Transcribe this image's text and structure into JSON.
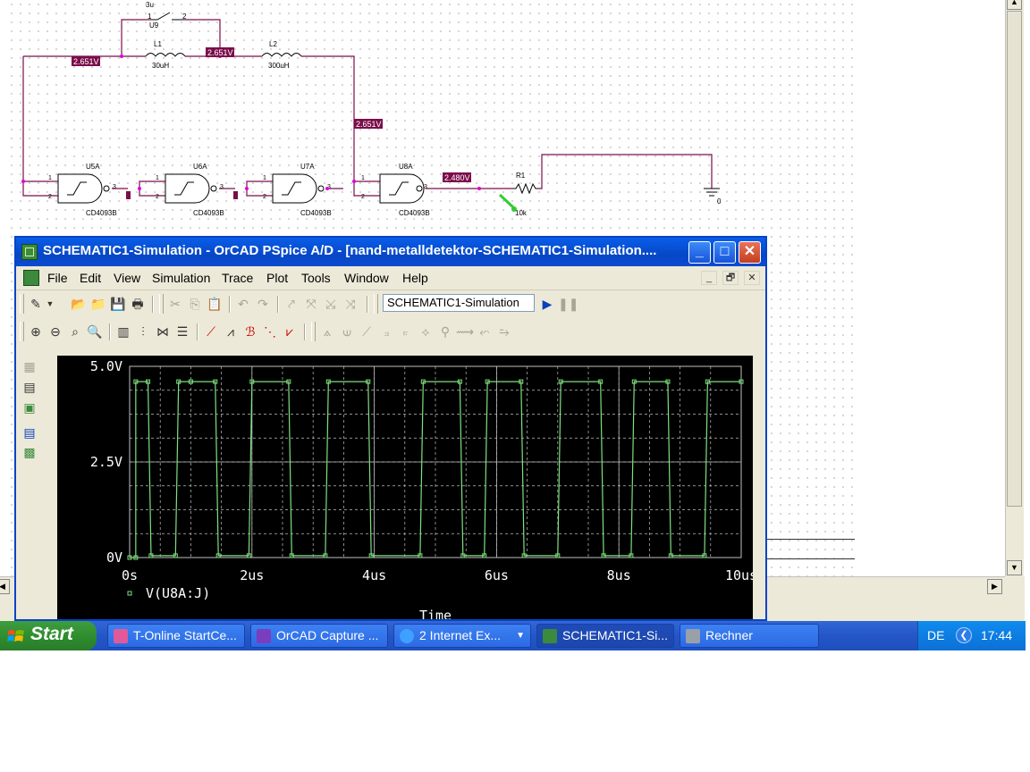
{
  "schematic": {
    "parts": {
      "switch": {
        "ref": "U9",
        "time": "3u",
        "pin1": "1",
        "pin2": "2"
      },
      "inductors": [
        {
          "ref": "L1",
          "value": "30uH"
        },
        {
          "ref": "L2",
          "value": "300uH"
        }
      ],
      "gates": [
        {
          "ref": "U5A",
          "type": "CD4093B",
          "pin_in1": "1",
          "pin_in2": "2",
          "pin_out": "3"
        },
        {
          "ref": "U6A",
          "type": "CD4093B",
          "pin_in1": "1",
          "pin_in2": "2",
          "pin_out": "3"
        },
        {
          "ref": "U7A",
          "type": "CD4093B",
          "pin_in1": "1",
          "pin_in2": "2",
          "pin_out": "3"
        },
        {
          "ref": "U8A",
          "type": "CD4093B",
          "pin_in1": "1",
          "pin_in2": "2",
          "pin_out": "3"
        }
      ],
      "resistor": {
        "ref": "R1",
        "value": "10k"
      },
      "ground": {
        "label": "0"
      }
    },
    "voltage_markers": [
      "2.651V",
      "2.651V",
      "2.651V",
      "2.480V"
    ],
    "colors": {
      "wire": "#7a0d4a",
      "marker_bg": "#7a0d4a",
      "marker_text": "#ffffff",
      "node_dot": "#e000e0",
      "probe": "#33cc33"
    }
  },
  "pspice_window": {
    "title": "SCHEMATIC1-Simulation - OrCAD PSpice A/D  - [nand-metalldetektor-SCHEMATIC1-Simulation....",
    "menu": [
      "File",
      "Edit",
      "View",
      "Simulation",
      "Trace",
      "Plot",
      "Tools",
      "Window",
      "Help"
    ],
    "simulation_profile": "SCHEMATIC1-Simulation",
    "title_buttons": {
      "minimize": "_",
      "maximize": "□",
      "close": "✕"
    },
    "mdi_buttons": {
      "minimize": "_",
      "restore": "🗗",
      "close": "✕"
    }
  },
  "chart_data": {
    "type": "line",
    "series": [
      {
        "name": "V(U8A:J)",
        "x": [
          0,
          0.1,
          0.1,
          0.3,
          0.35,
          0.75,
          0.8,
          1.0,
          1.4,
          1.45,
          1.95,
          2.0,
          2.6,
          2.65,
          3.2,
          3.25,
          3.9,
          3.95,
          4.75,
          4.8,
          5.4,
          5.45,
          5.8,
          5.85,
          6.4,
          6.45,
          7.0,
          7.05,
          7.7,
          7.75,
          8.2,
          8.25,
          8.8,
          8.85,
          9.4,
          9.45,
          10.0
        ],
        "y": [
          0,
          0,
          4.6,
          4.6,
          0.05,
          0.05,
          4.6,
          4.6,
          4.6,
          0.05,
          0.05,
          4.6,
          4.6,
          0.05,
          0.05,
          4.6,
          4.6,
          0.05,
          0.05,
          4.6,
          4.6,
          0.05,
          0.05,
          4.6,
          4.6,
          0.05,
          0.05,
          4.6,
          4.6,
          0.05,
          0.05,
          4.6,
          4.6,
          0.05,
          0.05,
          4.6,
          4.6
        ]
      }
    ],
    "xlabel": "Time",
    "ylabel": "",
    "xlim": [
      0,
      10
    ],
    "ylim": [
      0,
      5
    ],
    "x_ticks": [
      "0s",
      "2us",
      "4us",
      "6us",
      "8us",
      "10us"
    ],
    "x_tick_values": [
      0,
      2,
      4,
      6,
      8,
      10
    ],
    "y_ticks": [
      "0V",
      "2.5V",
      "5.0V"
    ],
    "y_tick_values": [
      0,
      2.5,
      5
    ],
    "grid": true,
    "colors": {
      "background": "#000000",
      "trace": "#7fe07f",
      "grid": "#bfbfbf",
      "text": "#ffffff"
    }
  },
  "taskbar": {
    "start_label": "Start",
    "tasks": [
      {
        "label": "T-Online StartCe...",
        "icon": "tonline-icon",
        "color": "#e05a9a"
      },
      {
        "label": "OrCAD Capture ...",
        "icon": "orcad-capture-icon",
        "color": "#7a3dbd"
      },
      {
        "label": "2 Internet Ex...",
        "icon": "ie-icon",
        "color": "#3fa0ff"
      },
      {
        "label": "SCHEMATIC1-Si...",
        "icon": "pspice-icon",
        "color": "#3c8a3c"
      },
      {
        "label": "Rechner",
        "icon": "calculator-icon",
        "color": "#9aa0a8"
      }
    ],
    "language": "DE",
    "clock": "17:44"
  }
}
